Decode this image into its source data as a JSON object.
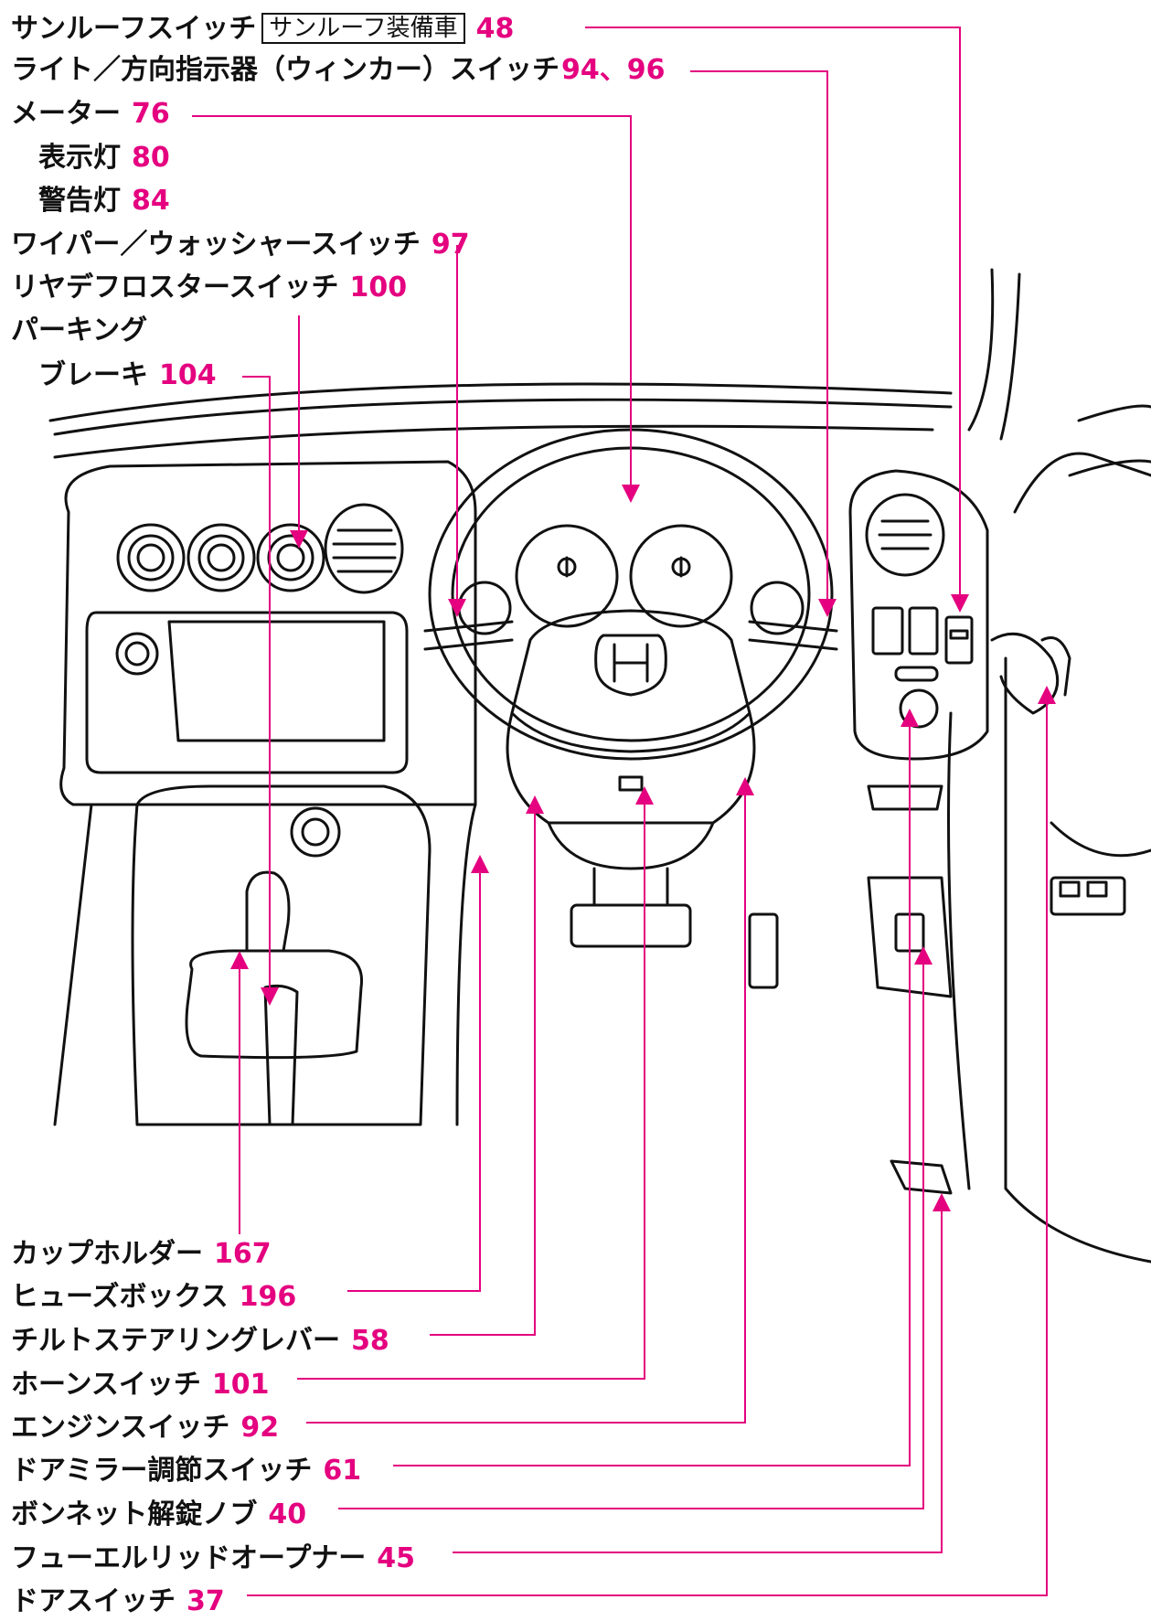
{
  "colors": {
    "accent": "#e4007f",
    "ink": "#111111"
  },
  "labels": {
    "sunroof": {
      "text": "サンルーフスイッチ",
      "tag": "サンルーフ装備車",
      "page": "48"
    },
    "light": {
      "text": "ライト／方向指示器（ウィンカー）スイッチ",
      "page": "94、96"
    },
    "meter": {
      "text": "メーター",
      "page": "76"
    },
    "indicator": {
      "text": "表示灯",
      "page": "80"
    },
    "warning": {
      "text": "警告灯",
      "page": "84"
    },
    "wiper": {
      "text": "ワイパー／ウォッシャースイッチ",
      "page": "97"
    },
    "defrost": {
      "text": "リヤデフロスタースイッチ",
      "page": "100"
    },
    "parking1": {
      "text": "パーキング"
    },
    "parking2": {
      "text": "ブレーキ",
      "page": "104"
    },
    "cupholder": {
      "text": "カップホルダー",
      "page": "167"
    },
    "fusebox": {
      "text": "ヒューズボックス",
      "page": "196"
    },
    "tilt": {
      "text": "チルトステアリングレバー",
      "page": "58"
    },
    "horn": {
      "text": "ホーンスイッチ",
      "page": "101"
    },
    "engine": {
      "text": "エンジンスイッチ",
      "page": "92"
    },
    "mirror": {
      "text": "ドアミラー調節スイッチ",
      "page": "61"
    },
    "bonnet": {
      "text": "ボンネット解錠ノブ",
      "page": "40"
    },
    "fuel": {
      "text": "フューエルリッドオープナー",
      "page": "45"
    },
    "door": {
      "text": "ドアスイッチ",
      "page": "37"
    }
  }
}
